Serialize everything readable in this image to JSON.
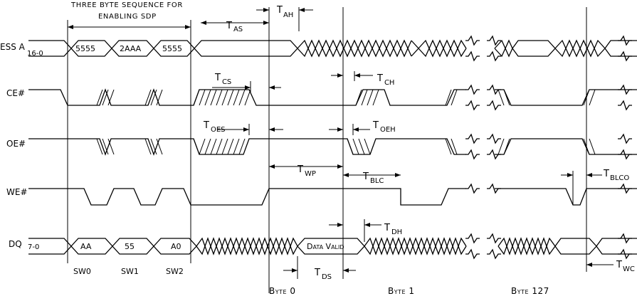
{
  "note": [
    "THREE BYTE SEQUENCE FOR",
    "ENABLING SDP"
  ],
  "signals": {
    "address": {
      "name": "ESS A",
      "sub": "16-0"
    },
    "ce": "CE#",
    "oe": "OE#",
    "we": "WE#",
    "dq": {
      "name": "DQ",
      "sub": "7-0"
    }
  },
  "address_values": [
    "5555",
    "2AAA",
    "5555"
  ],
  "dq_values": [
    "AA",
    "55",
    "A0"
  ],
  "data_valid": "Data Valid",
  "sw": [
    "SW0",
    "SW1",
    "SW2"
  ],
  "bytes": [
    "Byte 0",
    "Byte 1",
    "Byte 127"
  ],
  "timing": {
    "as": {
      "t": "T",
      "s": "AS"
    },
    "ah": {
      "t": "T",
      "s": "AH"
    },
    "cs": {
      "t": "T",
      "s": "CS"
    },
    "ch": {
      "t": "T",
      "s": "CH"
    },
    "oes": {
      "t": "T",
      "s": "OES"
    },
    "oeh": {
      "t": "T",
      "s": "OEH"
    },
    "wp": {
      "t": "T",
      "s": "WP"
    },
    "blc": {
      "t": "T",
      "s": "BLC"
    },
    "blco": {
      "t": "T",
      "s": "BLCO"
    },
    "dh": {
      "t": "T",
      "s": "DH"
    },
    "ds": {
      "t": "T",
      "s": "DS"
    },
    "wc": {
      "t": "T",
      "s": "WC"
    }
  }
}
